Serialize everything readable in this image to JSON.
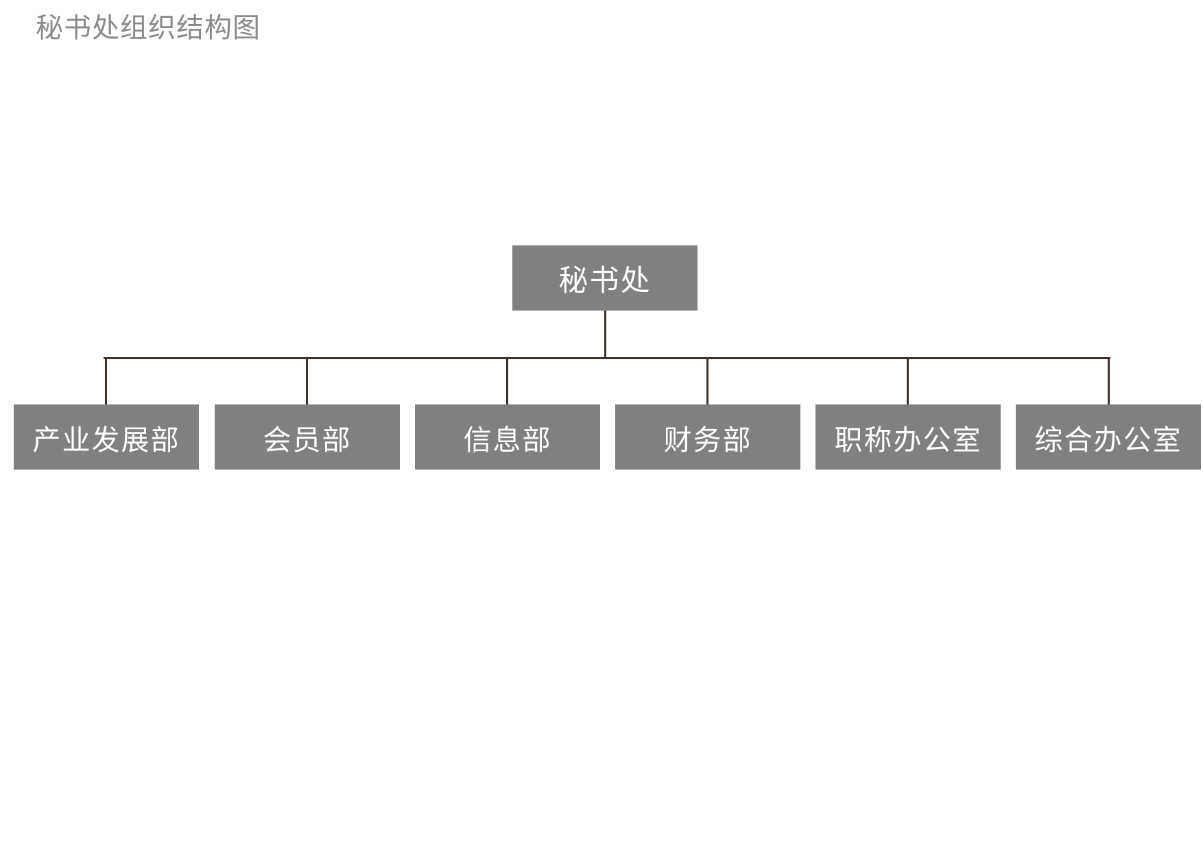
{
  "page": {
    "title": "秘书处组织结构图",
    "background_color": "#ffffff",
    "title_color": "#8a8a8a"
  },
  "theme": {
    "node_fill": "#808080",
    "node_text_color": "#ffffff",
    "connector_color": "#3E322C"
  },
  "org_chart": {
    "type": "organization-chart",
    "root": {
      "label": "秘书处"
    },
    "children": [
      {
        "label": "产业发展部"
      },
      {
        "label": "会员部"
      },
      {
        "label": "信息部"
      },
      {
        "label": "财务部"
      },
      {
        "label": "职称办公室"
      },
      {
        "label": "综合办公室"
      }
    ]
  }
}
